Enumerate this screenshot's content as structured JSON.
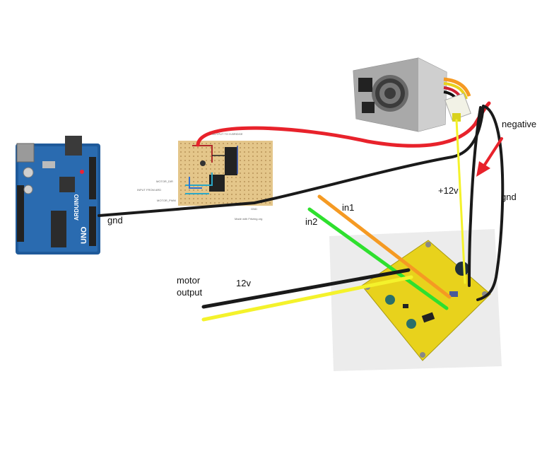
{
  "labels": {
    "negative": "negative",
    "plus12v": "+12v",
    "gnd_right": "gnd",
    "gnd_left": "gnd",
    "in1": "in1",
    "in2": "in2",
    "motor_output": "motor output",
    "twelve_v": "12v"
  },
  "stripboard": {
    "motor_dir": "MOTOR_DIR",
    "input_from_ard": "INPUT FROM ARD",
    "motor_pwm": "MOTOR_PWM",
    "output_h_bridge": "OUTPUT TO H-BRIDGE",
    "made_with": "Made with Fritzing.org",
    "gnd": "GND"
  },
  "arduino": {
    "brand": "ARDUINO",
    "model": "UNO"
  },
  "colors": {
    "wire_red": "#e8222b",
    "wire_black": "#1a1a1a",
    "wire_yellow": "#f4f22b",
    "wire_green": "#2ee02e",
    "wire_orange": "#f59a23",
    "arrow_red": "#e8222b",
    "arduino_blue": "#1f5a9a",
    "board_yellow": "#e8d21c",
    "stripboard_tan": "#e4c68a"
  }
}
